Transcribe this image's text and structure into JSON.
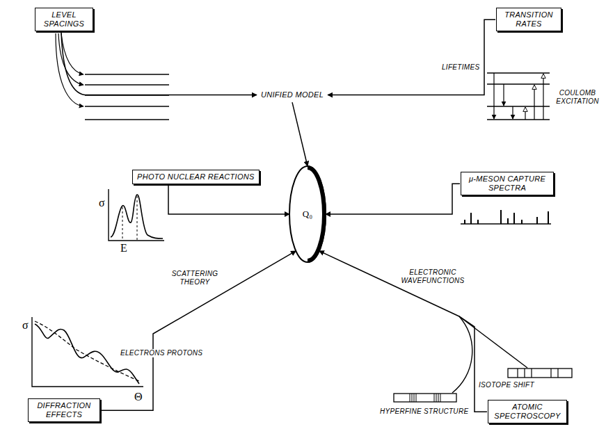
{
  "diagram": {
    "nodes": [
      {
        "text": [
          "LEVEL SPACINGS"
        ]
      },
      {
        "text": [
          "TRANSITION RATES"
        ]
      },
      {
        "text": [
          "UNIFIED MODEL"
        ]
      },
      {
        "text": [
          "PHOTO NUCLEAR REACTIONS"
        ]
      },
      {
        "text": [
          "Q₀"
        ]
      },
      {
        "text": [
          "μ-MESON CAPTURE SPECTRA"
        ]
      },
      {
        "text": [
          "DIFFRACTION EFFECTS"
        ]
      },
      {
        "text": [
          "ATOMIC SPECTROSCOPY"
        ]
      }
    ],
    "edges": [
      {
        "from": 0,
        "to": 2,
        "arrow": "to"
      },
      {
        "from": 1,
        "to": 2,
        "arrow": "to"
      },
      {
        "from": 2,
        "to": 4,
        "arrow": "to"
      },
      {
        "from": 3,
        "to": 4,
        "arrow": "to"
      },
      {
        "from": 5,
        "to": 4,
        "arrow": "to"
      },
      {
        "from": 6,
        "to": 4,
        "label": "SCATTERING THEORY",
        "arrow": "to"
      },
      {
        "from": 7,
        "to": 4,
        "label": "ELECTRONIC WAVEFUNCTIONS",
        "arrow": "to"
      }
    ],
    "labels": [
      "LIFETIMES",
      "COULOMB EXCITATION",
      "σ",
      "E",
      "ELECTRONS PROTONS",
      "σ",
      "Θ",
      "HYPERFINE STRUCTURE",
      "ISOTOPE SHIFT"
    ]
  }
}
